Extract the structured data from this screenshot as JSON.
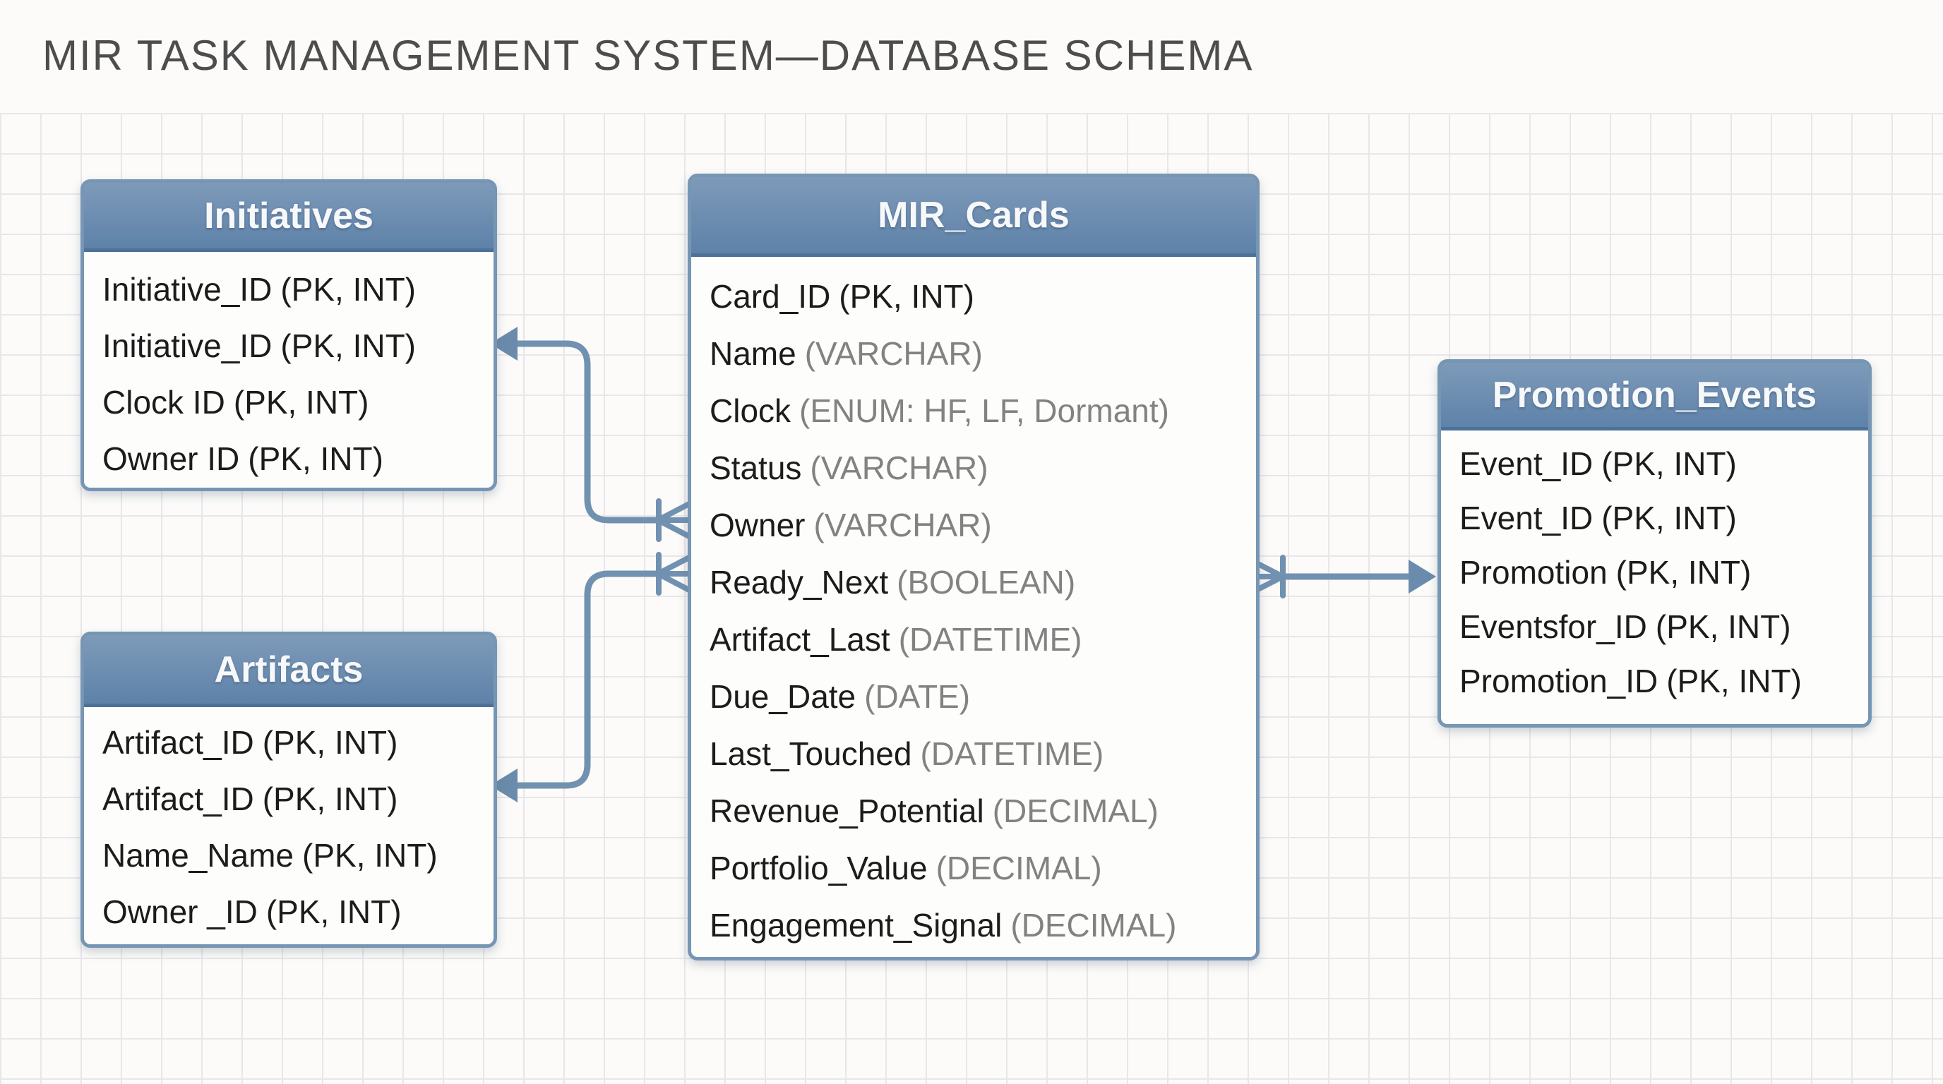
{
  "title": "MIR TASK MANAGEMENT SYSTEM—DATABASE SCHEMA",
  "colors": {
    "header_blue_top": "#7e9ab9",
    "header_blue_bottom": "#5e82a9",
    "table_border": "#7696b3",
    "connector_line": "#7191b0",
    "field_text": "#1c1c1c",
    "type_text_muted": "#828282",
    "grid_line": "#e9e6ea",
    "canvas_bg": "#fcfbf9",
    "title_text": "#4d4d4d"
  },
  "tables": [
    {
      "id": "initiatives",
      "title": "Initiatives",
      "fields": [
        {
          "name": "Initiative_ID",
          "type": "(PK, INT)",
          "muted": false
        },
        {
          "name": "Initiative_ID",
          "type": "(PK, INT)",
          "muted": false
        },
        {
          "name": "Clock ID",
          "type": "(PK, INT)",
          "muted": false
        },
        {
          "name": "Owner ID",
          "type": "(PK, INT)",
          "muted": false
        }
      ]
    },
    {
      "id": "mir_cards",
      "title": "MIR_Cards",
      "fields": [
        {
          "name": "Card_ID",
          "type": "(PK, INT)",
          "muted": false
        },
        {
          "name": "Name",
          "type": "(VARCHAR)",
          "muted": true
        },
        {
          "name": "Clock",
          "type": "(ENUM: HF, LF, Dormant)",
          "muted": true
        },
        {
          "name": "Status",
          "type": "(VARCHAR)",
          "muted": true
        },
        {
          "name": "Owner",
          "type": "(VARCHAR)",
          "muted": true
        },
        {
          "name": "Ready_Next",
          "type": "(BOOLEAN)",
          "muted": true
        },
        {
          "name": "Artifact_Last",
          "type": "(DATETIME)",
          "muted": true
        },
        {
          "name": "Due_Date",
          "type": "(DATE)",
          "muted": true
        },
        {
          "name": "Last_Touched",
          "type": "(DATETIME)",
          "muted": true
        },
        {
          "name": "Revenue_Potential",
          "type": "(DECIMAL)",
          "muted": true
        },
        {
          "name": "Portfolio_Value",
          "type": "(DECIMAL)",
          "muted": true
        },
        {
          "name": "Engagement_Signal",
          "type": "(DECIMAL)",
          "muted": true
        }
      ]
    },
    {
      "id": "artifacts",
      "title": "Artifacts",
      "fields": [
        {
          "name": "Artifact_ID",
          "type": "(PK, INT)",
          "muted": false
        },
        {
          "name": "Artifact_ID",
          "type": "(PK, INT)",
          "muted": false
        },
        {
          "name": "Name_Name",
          "type": "(PK, INT)",
          "muted": false
        },
        {
          "name": "Owner _ID",
          "type": "(PK, INT)",
          "muted": false
        }
      ]
    },
    {
      "id": "promotion_events",
      "title": "Promotion_Events",
      "fields": [
        {
          "name": "Event_ID",
          "type": "(PK, INT)",
          "muted": false
        },
        {
          "name": "Event_ID",
          "type": "(PK, INT)",
          "muted": false
        },
        {
          "name": "Promotion",
          "type": "(PK, INT)",
          "muted": false
        },
        {
          "name": "Eventsfor_ID",
          "type": "(PK, INT)",
          "muted": false
        },
        {
          "name": "Promotion_ID",
          "type": "(PK, INT)",
          "muted": false
        }
      ]
    }
  ],
  "relationships": [
    {
      "from": "MIR_Cards.Owner",
      "to": "Initiatives.Initiative_ID",
      "from_notation": "crow-foot-with-bar",
      "to_notation": "filled-arrow"
    },
    {
      "from": "MIR_Cards.Ready_Next",
      "to": "Artifacts.Artifact_ID",
      "from_notation": "crow-foot-with-bar",
      "to_notation": "filled-arrow"
    },
    {
      "from": "MIR_Cards.Ready_Next",
      "to": "Promotion_Events.Promotion",
      "from_notation": "crow-foot-with-bar",
      "to_notation": "filled-arrow"
    }
  ]
}
